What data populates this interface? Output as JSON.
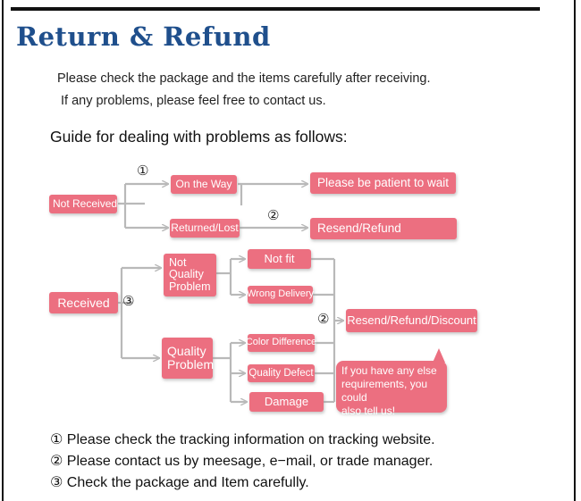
{
  "title": "Return & Refund",
  "intro": [
    "Please check the package and the items carefully after receiving.",
    "If any problems, please feel free to contact us."
  ],
  "guide_heading": "Guide for dealing with problems as follows:",
  "flow": {
    "not_received": "Not Received",
    "on_the_way": "On the Way",
    "returned_lost": "Returned/Lost",
    "patient": "Please be patient to wait",
    "resend_refund": "Resend/Refund",
    "received": "Received",
    "not_quality": [
      "Not",
      "Quality",
      "Problem"
    ],
    "quality": [
      "Quality",
      "Problem"
    ],
    "not_fit": "Not fit",
    "wrong_delivery": "Wrong Delivery",
    "color_difference": "Color Difference",
    "quality_defect": "Quality Defect",
    "damage": "Damage",
    "resend_refund_discount": "Resend/Refund/Discount",
    "callout": [
      "If you have any else",
      "requirements, you could",
      "also tell us!"
    ],
    "marker_1": "①",
    "marker_2": "②",
    "marker_3": "③"
  },
  "notes": [
    "① Please check the tracking information on tracking website.",
    "② Please contact us by meesage, e−mail, or trade manager.",
    "③ Check the package and Item carefully."
  ],
  "colors": {
    "title": "#1f4f8c",
    "box": "#ec6f80",
    "connector": "#b9b9b9"
  }
}
